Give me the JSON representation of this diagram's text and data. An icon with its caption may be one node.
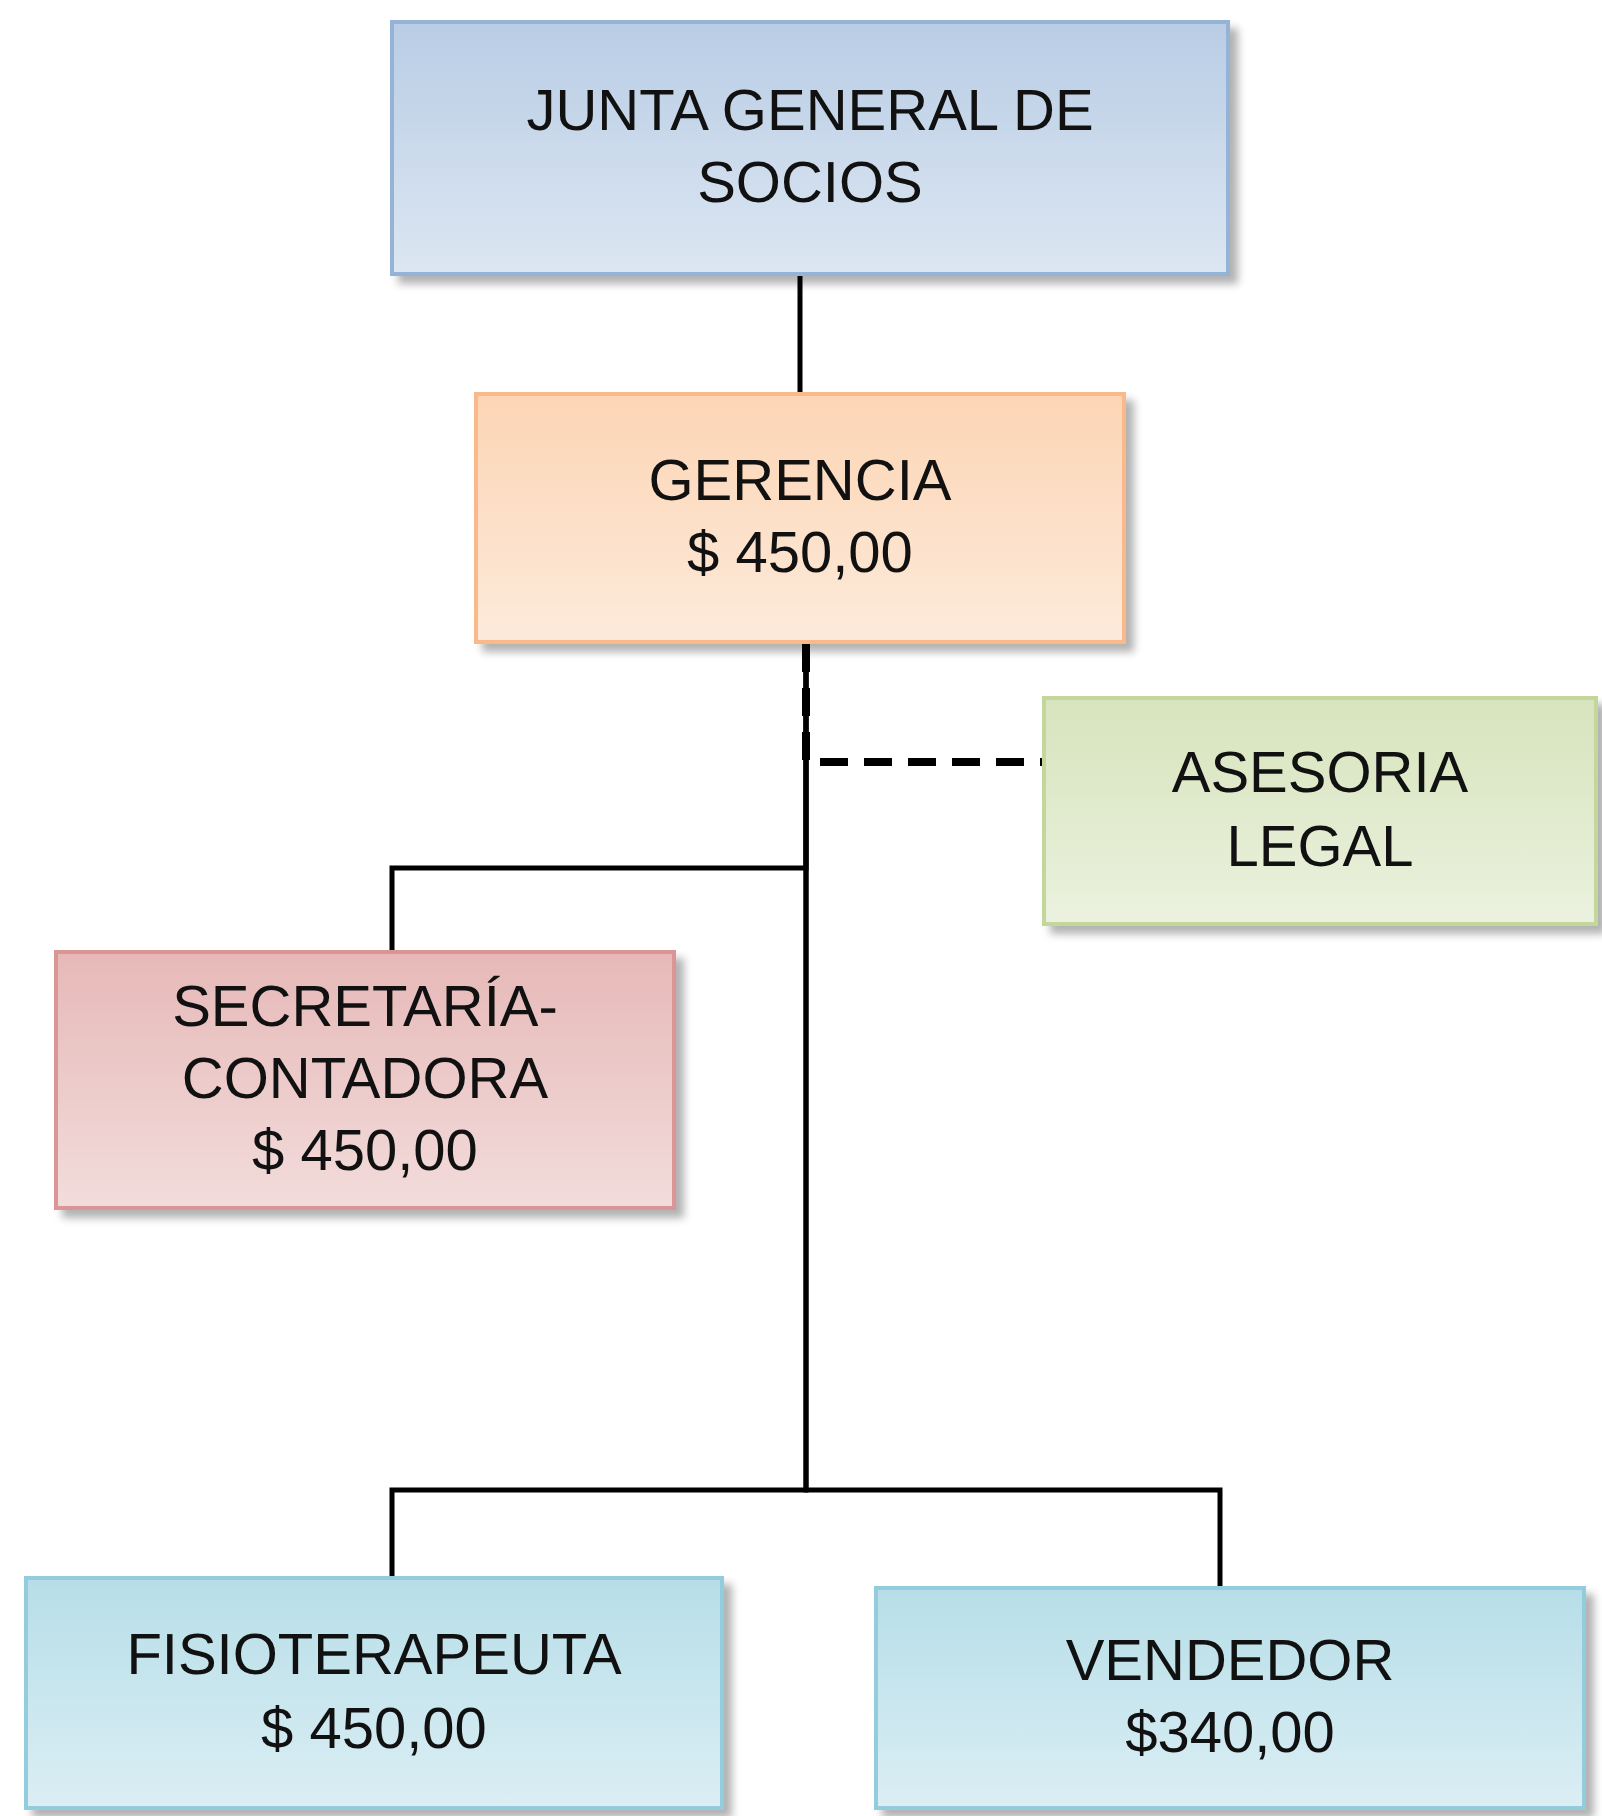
{
  "diagram": {
    "nodes": [
      {
        "text": [
          "JUNTA GENERAL DE SOCIOS"
        ]
      },
      {
        "text": [
          "GERENCIA",
          "$ 450,00"
        ]
      },
      {
        "text": [
          "ASESORIA LEGAL"
        ]
      },
      {
        "text": [
          "SECRETARÍA-CONTADORA",
          "$ 450,00"
        ]
      },
      {
        "text": [
          "FISIOTERAPEUTA",
          "$ 450,00"
        ]
      },
      {
        "text": [
          "VENDEDOR",
          "$340,00"
        ]
      }
    ],
    "edges": [
      {
        "from": 0,
        "to": 1,
        "arrow": "none"
      },
      {
        "from": 1,
        "to": 2,
        "arrow": "none",
        "style": "dashed"
      },
      {
        "from": 1,
        "to": 3,
        "arrow": "none"
      },
      {
        "from": 1,
        "to": 4,
        "arrow": "none"
      },
      {
        "from": 1,
        "to": 5,
        "arrow": "none"
      }
    ]
  }
}
